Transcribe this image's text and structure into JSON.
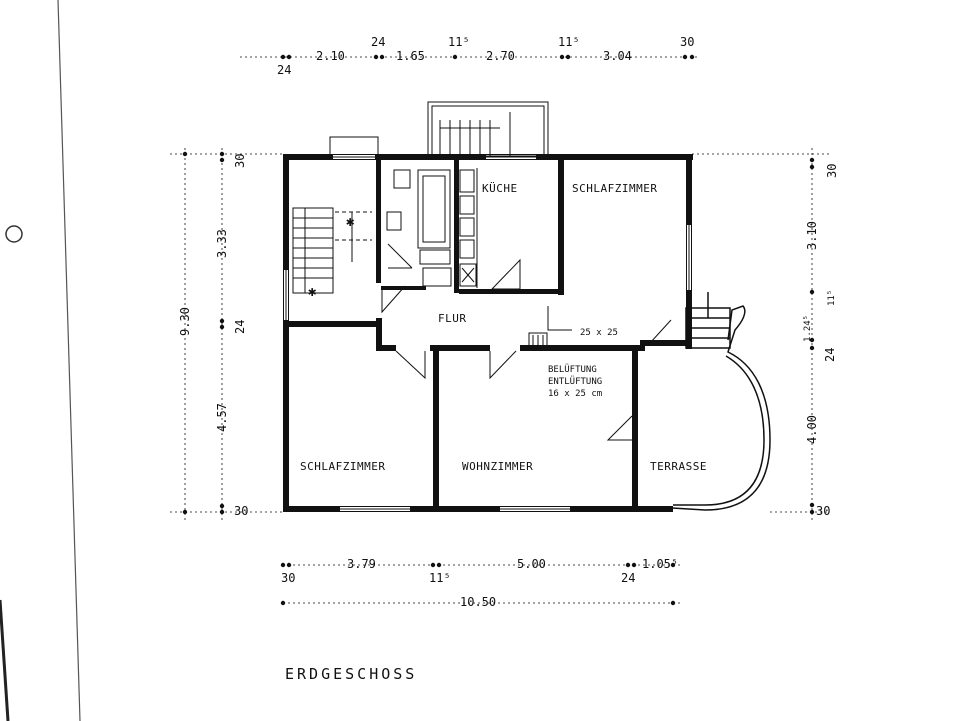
{
  "plan": {
    "title": "ERDGESCHOSS",
    "rooms": {
      "kueche": "KÜCHE",
      "schlafzimmer_ne": "SCHLAFZIMMER",
      "flur": "FLUR",
      "schlafzimmer_sw": "SCHLAFZIMMER",
      "wohnzimmer": "WOHNZIMMER",
      "terrasse": "TERRASSE"
    },
    "vent": {
      "line1": "BELÜFTUNG",
      "line2": "ENTLÜFTUNG",
      "line3": "16 x 25 cm",
      "opening": "25 x 25"
    },
    "dims_top": {
      "a": "24",
      "b": "2.10",
      "c": "24",
      "d": "1.65",
      "e": "11⁵",
      "f": "2.70",
      "g": "11⁵",
      "h": "3.04",
      "i": "30"
    },
    "dims_bottom": {
      "a": "30",
      "b": "3.79",
      "c": "11⁵",
      "d": "5.00",
      "e": "24",
      "f": "1.05⁵",
      "total": "10.50"
    },
    "dims_left": {
      "top": "30",
      "a": "3.33",
      "b": "24",
      "c": "4.57",
      "bottom": "30",
      "total": "9.30"
    },
    "dims_right": {
      "top": "30",
      "a": "3.10",
      "b": "1.24⁵",
      "c": "11⁵",
      "d": "24",
      "e": "4.00",
      "bottom": "30"
    }
  }
}
